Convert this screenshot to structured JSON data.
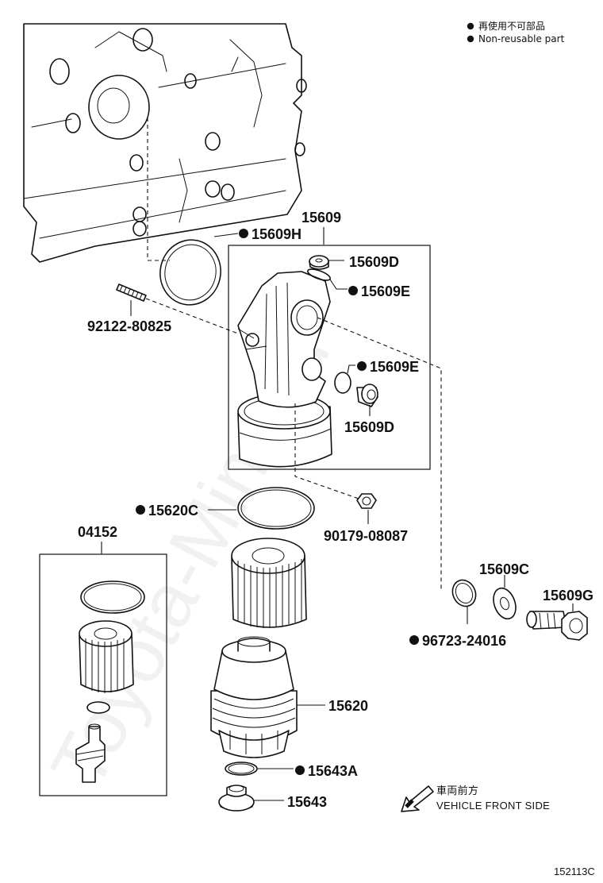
{
  "legend": {
    "line_jp": "再使用不可部品",
    "line_en": "Non-reusable part"
  },
  "labels": {
    "p15609": "15609",
    "p15609H": "15609H",
    "p15609D_top": "15609D",
    "p15609E_top": "15609E",
    "p92122": "92122-80825",
    "p15609E_mid": "15609E",
    "p15609D_mid": "15609D",
    "p15620C": "15620C",
    "p90179": "90179-08087",
    "p04152": "04152",
    "p15609C": "15609C",
    "p15609G": "15609G",
    "p96723": "96723-24016",
    "p15620": "15620",
    "p15643A": "15643A",
    "p15643": "15643"
  },
  "front": {
    "jp": "車両前方",
    "en": "VEHICLE FRONT SIDE"
  },
  "watermark": "Toyota-Mine.ru",
  "diagram_number": "152113C",
  "colors": {
    "ink": "#111111",
    "background": "#ffffff"
  }
}
